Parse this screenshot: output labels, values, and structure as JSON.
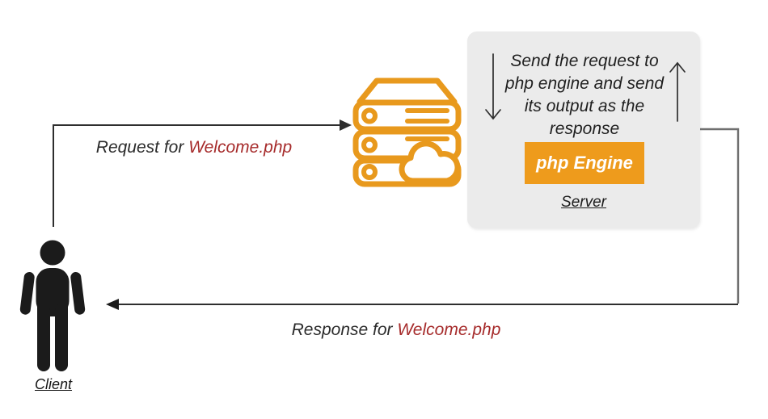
{
  "diagram": {
    "title": "PHP request-response flow",
    "labels": {
      "request_prefix": "Request for ",
      "request_file": "Welcome.php",
      "response_prefix": "Response for ",
      "response_file": "Welcome.php",
      "client": "Client",
      "server": "Server",
      "php_engine": "php Engine",
      "panel_text": "Send the request to php engine and send its output as the response"
    },
    "icons": {
      "client": "person-silhouette-icon",
      "server": "server-stack-cloud-icon",
      "panel_down": "arrow-down-icon",
      "panel_up": "arrow-up-icon",
      "request": "arrow-right-icon",
      "response": "arrow-left-icon"
    },
    "colors": {
      "server_orange": "#E8991D",
      "button_orange": "#EE9B1C",
      "file_red": "#A62B2B",
      "panel_bg": "#EBEBEB",
      "dark_line": "#2e2e2e",
      "gray_line": "#6f6f6f",
      "icon_black": "#1b1b1b",
      "text": "#1f1f1f",
      "white": "#ffffff"
    }
  }
}
